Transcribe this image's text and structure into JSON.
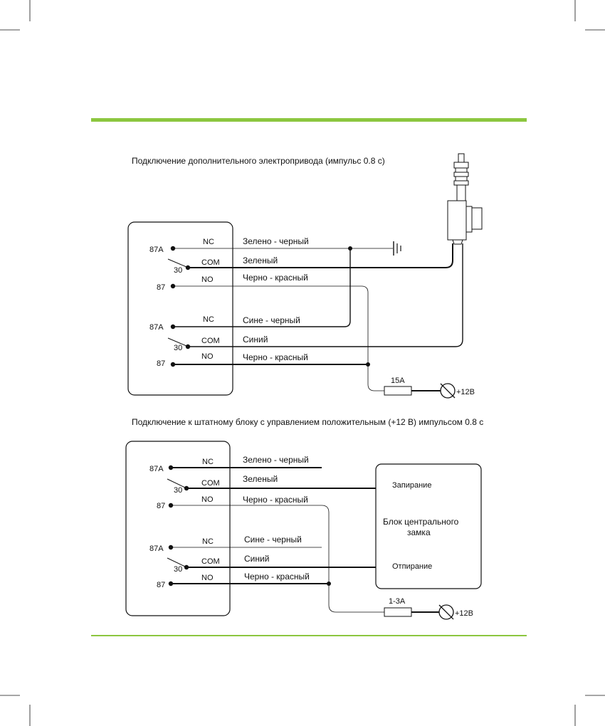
{
  "section1": {
    "title": "Подключение дополнительного электропривода (импульс 0.8 с)",
    "relays": [
      {
        "nc_pin": "87A",
        "com_pin": "30",
        "no_pin": "87",
        "nc": "NC",
        "com": "COM",
        "no": "NO",
        "nc_wire": "Зелено - черный",
        "com_wire": "Зеленый",
        "no_wire": "Черно - красный"
      },
      {
        "nc_pin": "87A",
        "com_pin": "30",
        "no_pin": "87",
        "nc": "NC",
        "com": "COM",
        "no": "NO",
        "nc_wire": "Сине - черный",
        "com_wire": "Синий",
        "no_wire": "Черно - красный"
      }
    ],
    "fuse": "15A",
    "power": "+12В"
  },
  "section2": {
    "title": "Подключение к штатному блоку с управлением положительным (+12 В) импульсом 0.8 с",
    "relays": [
      {
        "nc_pin": "87A",
        "com_pin": "30",
        "no_pin": "87",
        "nc": "NC",
        "com": "COM",
        "no": "NO",
        "nc_wire": "Зелено - черный",
        "com_wire": "Зеленый",
        "no_wire": "Черно - красный"
      },
      {
        "nc_pin": "87A",
        "com_pin": "30",
        "no_pin": "87",
        "nc": "NC",
        "com": "COM",
        "no": "NO",
        "nc_wire": "Сине - черный",
        "com_wire": "Синий",
        "no_wire": "Черно - красный"
      }
    ],
    "lock_block": {
      "lock": "Запирание",
      "name_line1": "Блок центрального",
      "name_line2": "замка",
      "unlock": "Отпирание"
    },
    "fuse": "1-3A",
    "power": "+12В"
  },
  "colors": {
    "rule": "#8cc63f",
    "ink": "#111111"
  }
}
